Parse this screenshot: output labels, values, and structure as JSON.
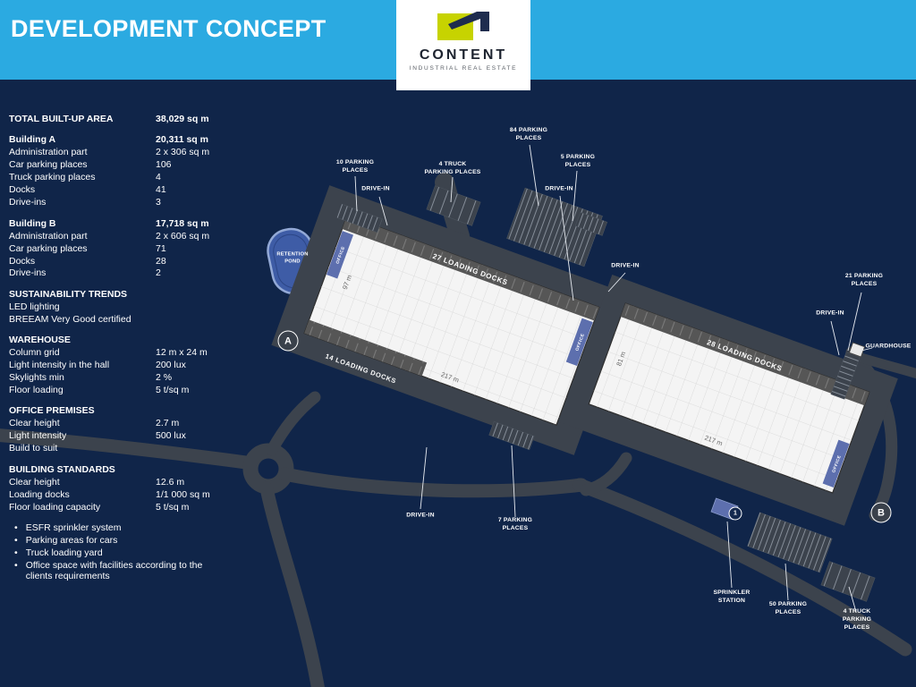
{
  "header": {
    "title": "DEVELOPMENT CONCEPT",
    "logo": {
      "name": "CONTENT",
      "tagline": "INDUSTRIAL REAL ESTATE"
    }
  },
  "specs": {
    "rows": [
      {
        "label": "TOTAL BUILT-UP AREA",
        "value": "38,029 sq m"
      },
      {
        "label": "Building A",
        "value": "20,311 sq m"
      },
      {
        "label": "Administration part",
        "value": "2 x 306 sq m"
      },
      {
        "label": "Car parking places",
        "value": "106"
      },
      {
        "label": "Truck parking places",
        "value": "4"
      },
      {
        "label": "Docks",
        "value": "41"
      },
      {
        "label": "Drive-ins",
        "value": "3"
      },
      {
        "label": "Building B",
        "value": "17,718 sq m"
      },
      {
        "label": "Administration part",
        "value": "2 x 606 sq m"
      },
      {
        "label": "Car parking places",
        "value": "71"
      },
      {
        "label": "Docks",
        "value": "28"
      },
      {
        "label": "Drive-ins",
        "value": "2"
      },
      {
        "label": "SUSTAINABILITY TRENDS",
        "value": ""
      },
      {
        "label": "LED lighting",
        "value": ""
      },
      {
        "label": "BREEAM Very Good certified",
        "value": ""
      },
      {
        "label": "WAREHOUSE",
        "value": ""
      },
      {
        "label": "Column grid",
        "value": "12 m x 24 m"
      },
      {
        "label": "Light intensity in the hall",
        "value": "200 lux"
      },
      {
        "label": "Skylights min",
        "value": "2 %"
      },
      {
        "label": "Floor loading",
        "value": "5 t/sq m"
      },
      {
        "label": "OFFICE PREMISES",
        "value": ""
      },
      {
        "label": "Clear height",
        "value": "2.7 m"
      },
      {
        "label": "Light intensity",
        "value": "500 lux"
      },
      {
        "label": "Build to suit",
        "value": ""
      },
      {
        "label": "BUILDING STANDARDS",
        "value": ""
      },
      {
        "label": "Clear height",
        "value": "12.6 m"
      },
      {
        "label": "Loading docks",
        "value": "1/1 000 sq m"
      },
      {
        "label": "Floor loading capacity",
        "value": "5 t/sq m"
      }
    ],
    "bullets": [
      {
        "text": "ESFR sprinkler system"
      },
      {
        "text": "Parking areas for cars"
      },
      {
        "text": "Truck loading yard"
      },
      {
        "text": "Office space with facilities according to the clients requirements"
      }
    ]
  },
  "plan": {
    "pond_label": "RETENTION POND",
    "office_label": "OFFICE",
    "markers": {
      "a": "A",
      "b": "B",
      "sprinkler": "1"
    },
    "building_a": {
      "docks_top": "27 LOADING DOCKS",
      "docks_bottom": "14 LOADING DOCKS",
      "length": "217 m",
      "width": "97 m"
    },
    "building_b": {
      "docks_top": "28 LOADING DOCKS",
      "length": "217 m",
      "width": "81 m"
    },
    "callouts": [
      {
        "text": "10 PARKING PLACES"
      },
      {
        "text": "DRIVE-IN"
      },
      {
        "text": "4 TRUCK PARKING PLACES"
      },
      {
        "text": "84 PARKING PLACES"
      },
      {
        "text": "5 PARKING PLACES"
      },
      {
        "text": "DRIVE-IN"
      },
      {
        "text": "DRIVE-IN"
      },
      {
        "text": "21 PARKING PLACES"
      },
      {
        "text": "DRIVE-IN"
      },
      {
        "text": "GUARDHOUSE"
      },
      {
        "text": "DRIVE-IN"
      },
      {
        "text": "7 PARKING PLACES"
      },
      {
        "text": "SPRINKLER STATION"
      },
      {
        "text": "50 PARKING PLACES"
      },
      {
        "text": "4 TRUCK PARKING PLACES"
      }
    ]
  },
  "colors": {
    "header_accent": "#2BAAE1",
    "background": "#102549",
    "road_gray": "#3C434D",
    "logo_mark": "#C7D300",
    "office_fill": "#5D6FAE",
    "pond_fill": "#3E5CA6"
  }
}
